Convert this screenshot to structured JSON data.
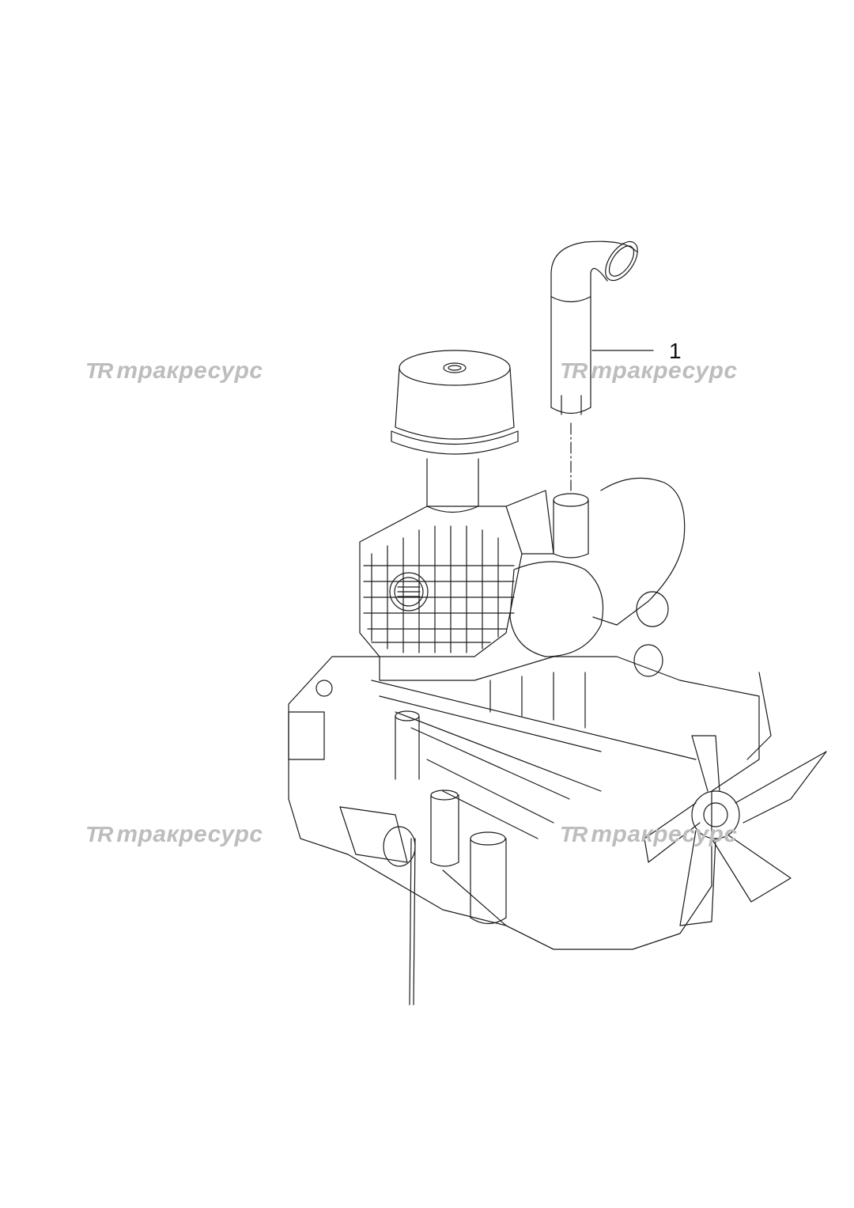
{
  "callouts": [
    {
      "label": "1"
    }
  ],
  "watermarks": [
    {
      "logo": "TR",
      "text": "тракресурс"
    },
    {
      "logo": "TR",
      "text": "тракресурс"
    },
    {
      "logo": "TR",
      "text": "тракресурс"
    },
    {
      "logo": "TR",
      "text": "тракресурс"
    }
  ],
  "colors": {
    "line": "#1a1a1a",
    "watermark": "#bdbdbd",
    "background": "#ffffff"
  }
}
